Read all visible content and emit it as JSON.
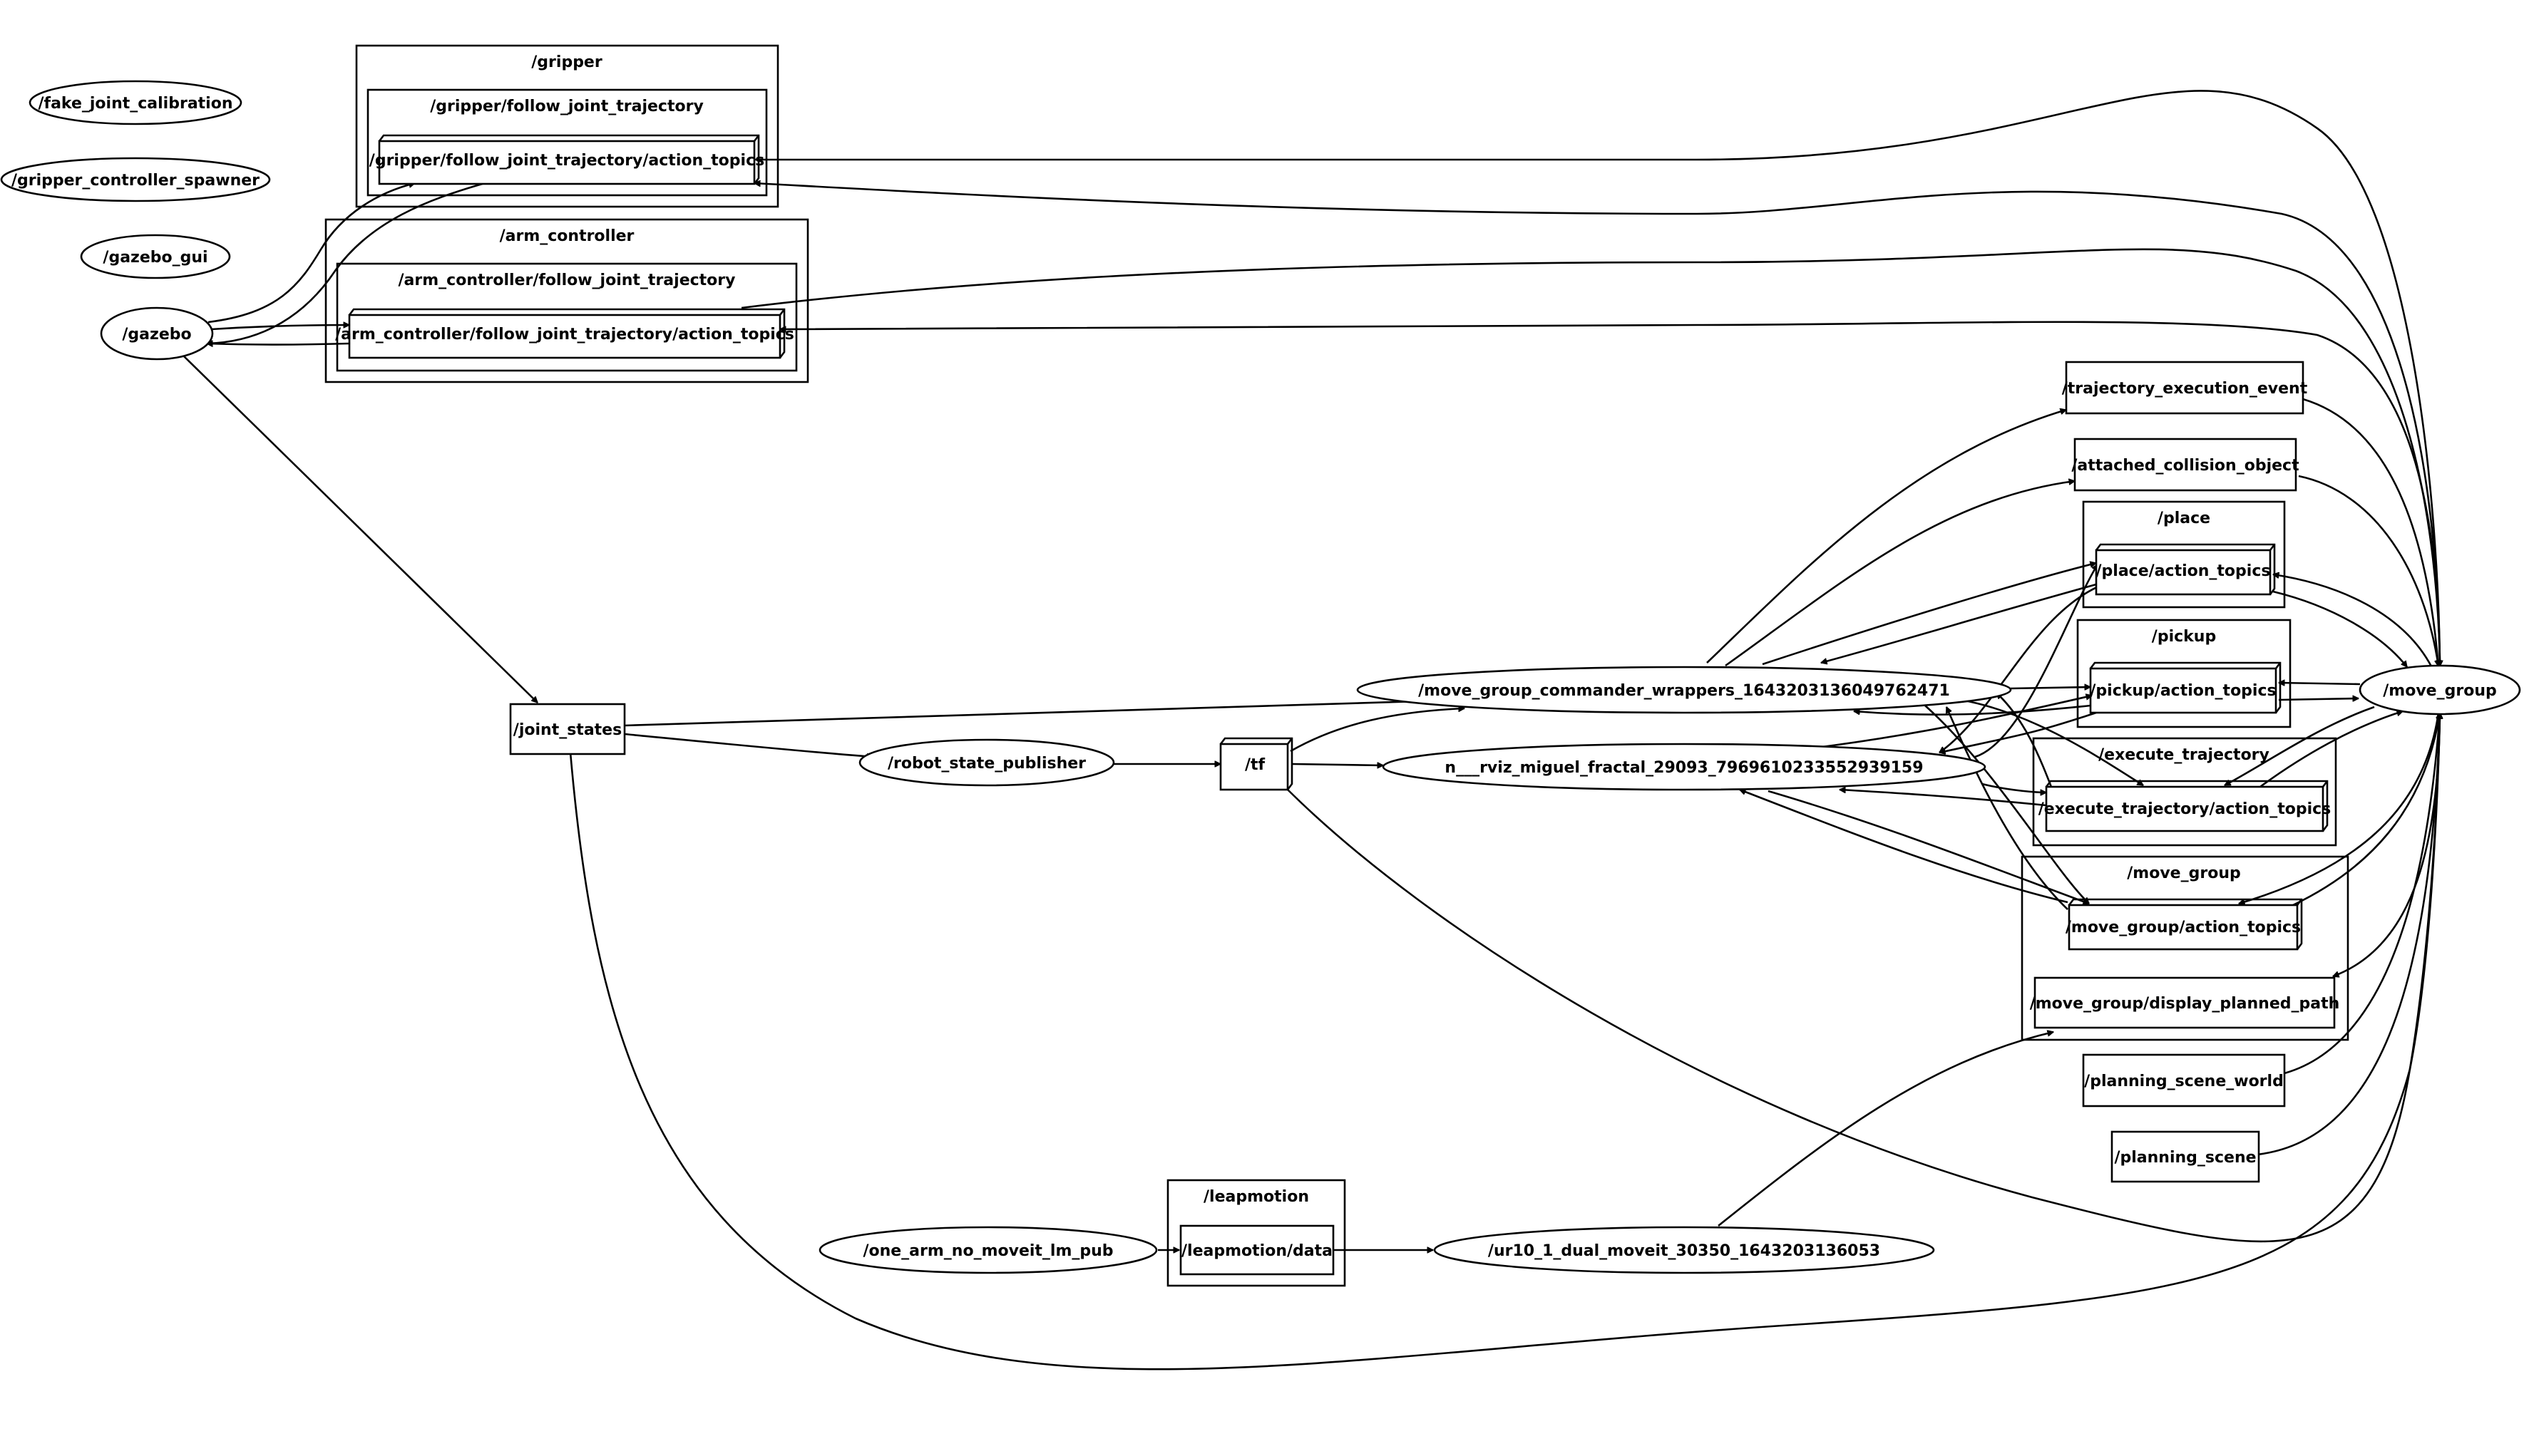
{
  "graph": {
    "clusters": {
      "gripper": "/gripper",
      "gripper_fjt": "/gripper/follow_joint_trajectory",
      "arm_controller": "/arm_controller",
      "arm_fjt": "/arm_controller/follow_joint_trajectory",
      "place": "/place",
      "pickup": "/pickup",
      "execute_trajectory": "/execute_trajectory",
      "move_group": "/move_group",
      "leapmotion": "/leapmotion"
    },
    "nodes": {
      "fake_joint_calibration": "/fake_joint_calibration",
      "gripper_controller_spawner": "/gripper_controller_spawner",
      "gazebo_gui": "/gazebo_gui",
      "gazebo": "/gazebo",
      "robot_state_publisher": "/robot_state_publisher",
      "move_group_commander_wrappers": "/move_group_commander_wrappers_1643203136049762471",
      "rviz": "n___rviz_miguel_fractal_29093_7969610233552939159",
      "move_group": "/move_group",
      "one_arm_no_moveit_lm_pub": "/one_arm_no_moveit_lm_pub",
      "ur10_dual_moveit": "/ur10_1_dual_moveit_30350_1643203136053"
    },
    "topics": {
      "gripper_action_topics": "/gripper/follow_joint_trajectory/action_topics",
      "arm_action_topics": "/arm_controller/follow_joint_trajectory/action_topics",
      "trajectory_execution_event": "/trajectory_execution_event",
      "attached_collision_object": "/attached_collision_object",
      "place_action_topics": "/place/action_topics",
      "pickup_action_topics": "/pickup/action_topics",
      "execute_trajectory_action_topics": "/execute_trajectory/action_topics",
      "move_group_action_topics": "/move_group/action_topics",
      "display_planned_path": "/move_group/display_planned_path",
      "planning_scene_world": "/planning_scene_world",
      "planning_scene": "/planning_scene",
      "joint_states": "/joint_states",
      "tf": "/tf",
      "leapmotion_data": "/leapmotion/data"
    }
  }
}
